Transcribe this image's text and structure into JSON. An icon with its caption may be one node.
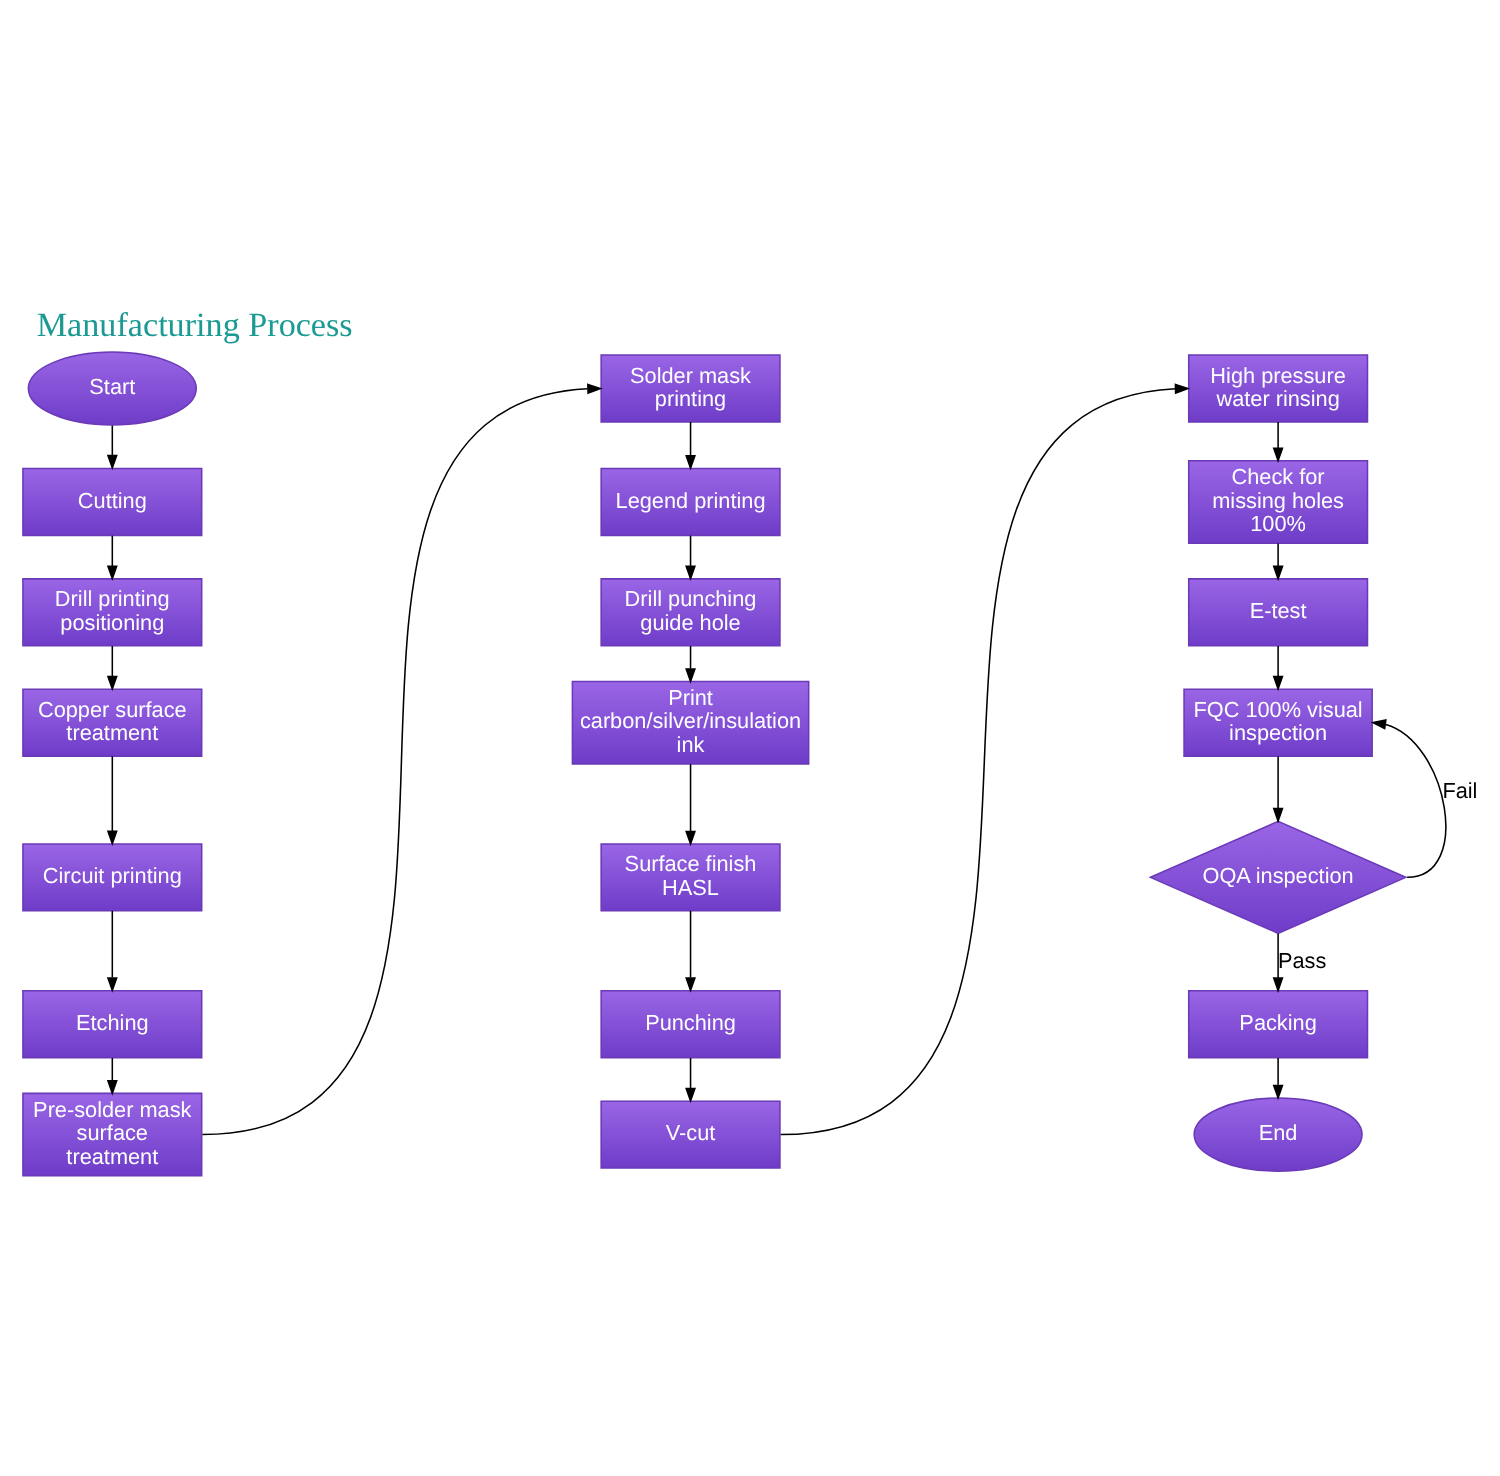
{
  "diagram": {
    "title": "Manufacturing Process",
    "nodes": [
      {
        "text": [
          "Start"
        ]
      },
      {
        "text": [
          "Cutting"
        ]
      },
      {
        "text": [
          "Drill printing positioning"
        ]
      },
      {
        "text": [
          "Copper surface treatment"
        ]
      },
      {
        "text": [
          "Circuit printing"
        ]
      },
      {
        "text": [
          "Etching"
        ]
      },
      {
        "text": [
          "Pre-solder mask surface treatment"
        ]
      },
      {
        "text": [
          "Solder mask printing"
        ]
      },
      {
        "text": [
          "Legend printing"
        ]
      },
      {
        "text": [
          "Drill punching guide hole"
        ]
      },
      {
        "text": [
          "Print carbon/silver/insulation ink"
        ]
      },
      {
        "text": [
          "Surface finish HASL"
        ]
      },
      {
        "text": [
          "Punching"
        ]
      },
      {
        "text": [
          "V-cut"
        ]
      },
      {
        "text": [
          "High pressure water rinsing"
        ]
      },
      {
        "text": [
          "Check for missing holes 100%"
        ]
      },
      {
        "text": [
          "E-test"
        ]
      },
      {
        "text": [
          "FQC 100% visual inspection"
        ]
      },
      {
        "text": [
          "OQA inspection"
        ]
      },
      {
        "text": [
          "Packing"
        ]
      },
      {
        "text": [
          "End"
        ]
      }
    ],
    "edges": [
      {
        "from": 0,
        "to": 1,
        "arrow": "to"
      },
      {
        "from": 1,
        "to": 2,
        "arrow": "to"
      },
      {
        "from": 2,
        "to": 3,
        "arrow": "to"
      },
      {
        "from": 3,
        "to": 4,
        "arrow": "to"
      },
      {
        "from": 4,
        "to": 5,
        "arrow": "to"
      },
      {
        "from": 5,
        "to": 6,
        "arrow": "to"
      },
      {
        "from": 6,
        "to": 7,
        "arrow": "to"
      },
      {
        "from": 7,
        "to": 8,
        "arrow": "to"
      },
      {
        "from": 8,
        "to": 9,
        "arrow": "to"
      },
      {
        "from": 9,
        "to": 10,
        "arrow": "to"
      },
      {
        "from": 10,
        "to": 11,
        "arrow": "to"
      },
      {
        "from": 11,
        "to": 12,
        "arrow": "to"
      },
      {
        "from": 12,
        "to": 13,
        "arrow": "to"
      },
      {
        "from": 13,
        "to": 14,
        "arrow": "to"
      },
      {
        "from": 14,
        "to": 15,
        "arrow": "to"
      },
      {
        "from": 15,
        "to": 16,
        "arrow": "to"
      },
      {
        "from": 16,
        "to": 17,
        "arrow": "to"
      },
      {
        "from": 17,
        "to": 18,
        "arrow": "to"
      },
      {
        "from": 18,
        "to": 17,
        "arrow": "to",
        "label": "Fail"
      },
      {
        "from": 18,
        "to": 19,
        "arrow": "to",
        "label": "Pass"
      },
      {
        "from": 19,
        "to": 20,
        "arrow": "to"
      }
    ]
  }
}
